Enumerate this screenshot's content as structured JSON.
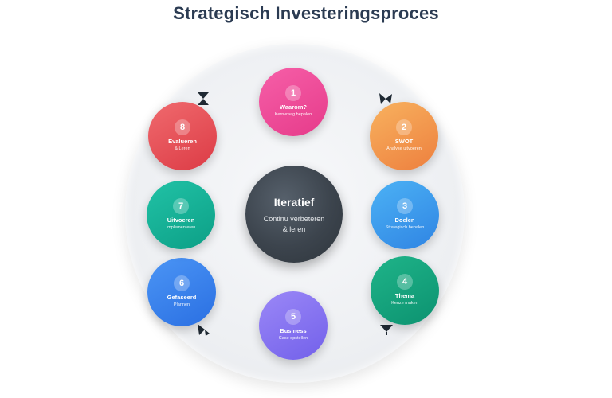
{
  "title": "Strategisch Investeringsproces",
  "center": {
    "title": "Iteratief",
    "line1": "Continu verbeteren",
    "line2": "& leren"
  },
  "steps": [
    {
      "number": "1",
      "label": "Waarom?",
      "sub": "Kernvraag bepalen",
      "color": "#e63b8a"
    },
    {
      "number": "2",
      "label": "SWOT",
      "sub": "Analyse uitvoeren",
      "color": "#ed7f3e"
    },
    {
      "number": "3",
      "label": "Doelen",
      "sub": "Strategisch bepalen",
      "color": "#2f84e3"
    },
    {
      "number": "4",
      "label": "Thema",
      "sub": "Keuze maken",
      "color": "#0c9270"
    },
    {
      "number": "5",
      "label": "Business",
      "sub": "Case opstellen",
      "color": "#7260ea"
    },
    {
      "number": "6",
      "label": "Gefaseerd",
      "sub": "Plannen",
      "color": "#2a6fe2"
    },
    {
      "number": "7",
      "label": "Uitvoeren",
      "sub": "Implementeren",
      "color": "#0c9f86"
    },
    {
      "number": "8",
      "label": "Evalueren",
      "sub": "& Leren",
      "color": "#dc3b45"
    }
  ],
  "arrow_color": "#1f2933"
}
